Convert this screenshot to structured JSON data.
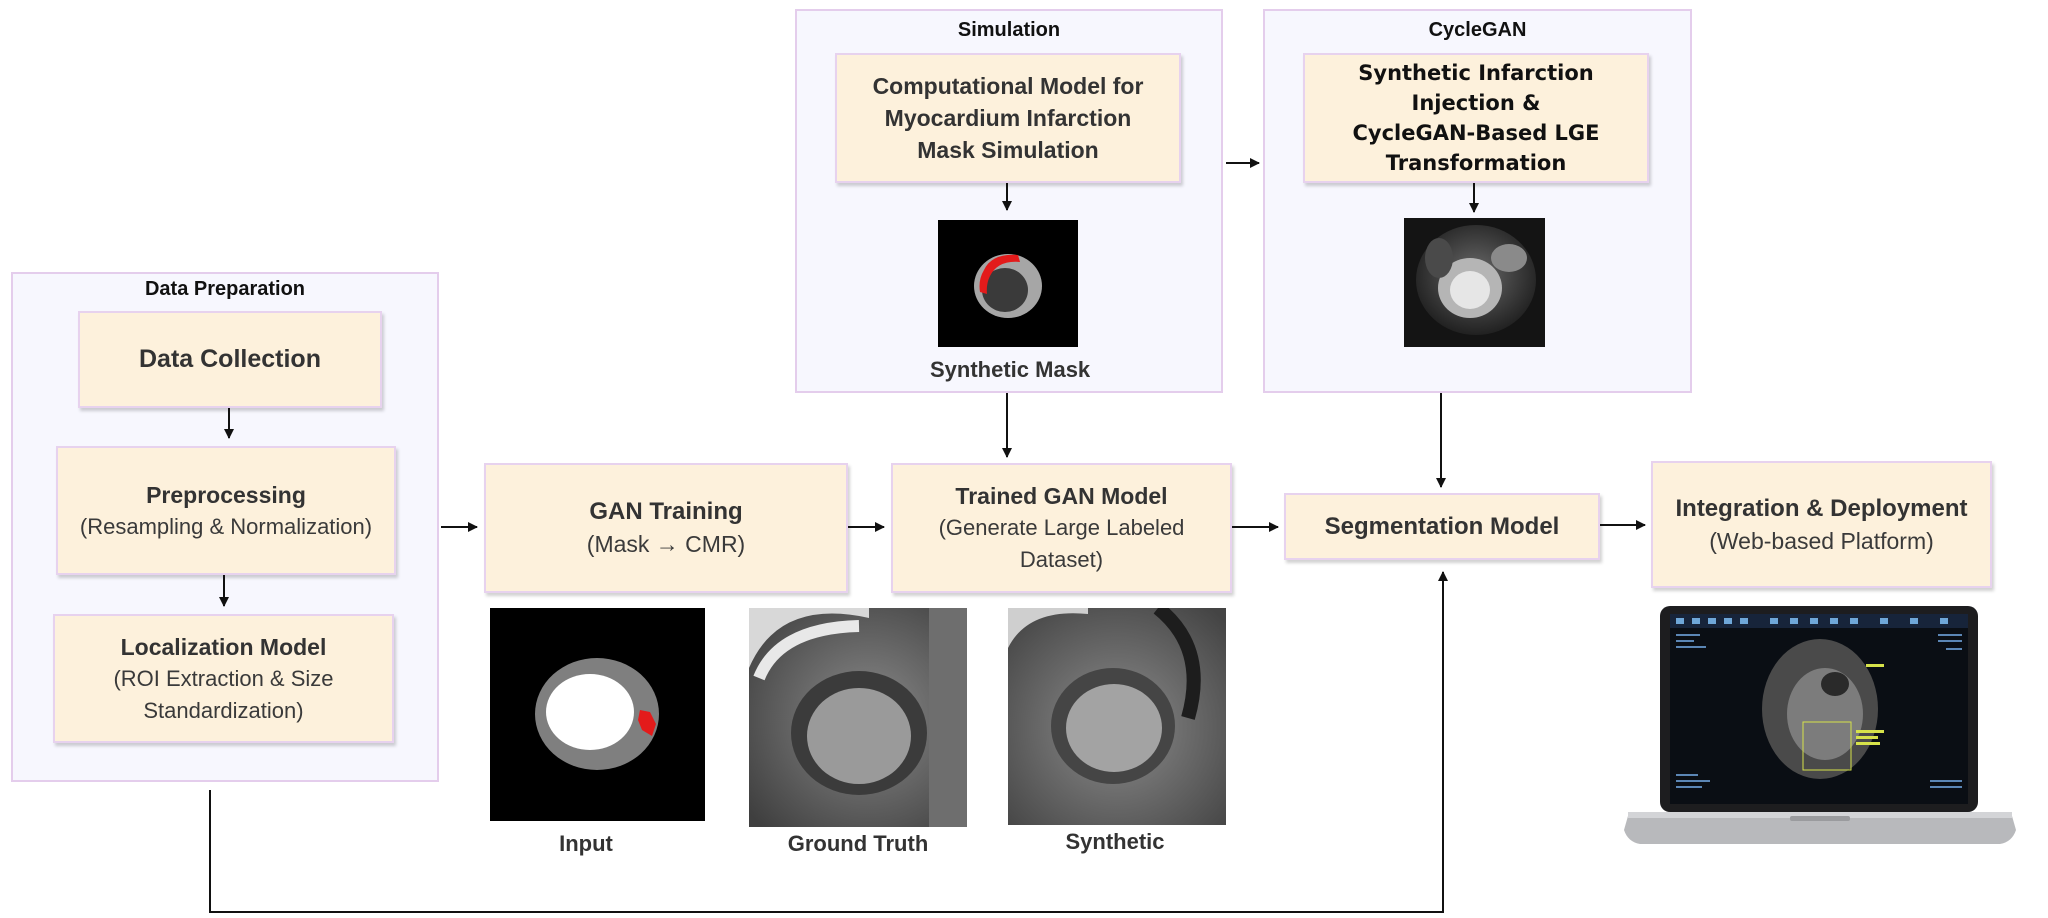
{
  "groups": {
    "simulation": "Simulation",
    "cyclegan": "CycleGAN",
    "data_preparation": "Data Preparation"
  },
  "boxes": {
    "computational_model": "Computational Model for\nMyocardium Infarction\nMask Simulation",
    "synthetic_infarction": "Synthetic Infarction Injection &\nCycleGAN-Based LGE\nTransformation",
    "data_collection": "Data Collection",
    "preprocessing_title": "Preprocessing",
    "preprocessing_sub": "(Resampling & Normalization)",
    "localization_title": "Localization Model",
    "localization_sub": "(ROI Extraction & Size\nStandardization)",
    "gan_training_title": "GAN Training",
    "gan_training_sub": "(Mask → CMR)",
    "trained_gan_title": "Trained GAN Model",
    "trained_gan_sub": "(Generate Large Labeled\nDataset)",
    "segmentation": "Segmentation Model",
    "integration_title": "Integration & Deployment",
    "integration_sub": "(Web-based Platform)"
  },
  "captions": {
    "synthetic_mask": "Synthetic Mask",
    "input": "Input",
    "ground_truth": "Ground Truth",
    "synthetic": "Synthetic"
  },
  "colors": {
    "box_fill": "#fdf1dc",
    "group_fill": "#f7f7fe",
    "border": "#e4cdec",
    "infarct": "#e31b1b",
    "arrow": "#111111"
  }
}
